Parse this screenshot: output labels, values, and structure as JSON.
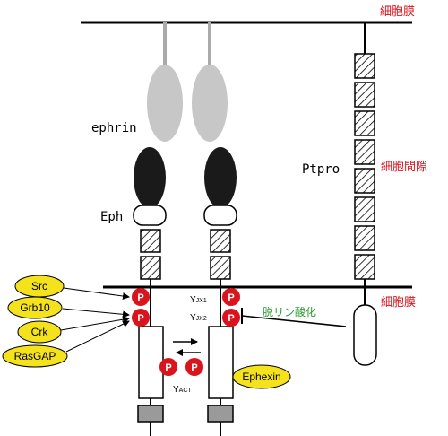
{
  "labels": {
    "membrane_top": "細胞膜",
    "intercellular_space": "細胞間隙",
    "membrane_bottom": "細胞膜",
    "ephrin": "ephrin",
    "eph": "Eph",
    "ptpro": "Ptpro",
    "dephosphorylation": "脱リン酸化",
    "ephexin": "Ephexin",
    "y_jx1_main": "Y",
    "y_jx1_sub": "JX1",
    "y_jx2_main": "Y",
    "y_jx2_sub": "JX2",
    "y_act_main": "Y",
    "y_act_sub": "ACT",
    "phospho": "P"
  },
  "adaptors": [
    "Src",
    "Grb10",
    "Crk",
    "RasGAP"
  ],
  "colors": {
    "red_text": "#d9141c",
    "green_text": "#2a9b34",
    "phospho_fill": "#d9141c",
    "adaptor_fill": "#f4e21c",
    "ephrin_fill": "#c7c7c7",
    "eph_ligand_domain": "#1a1a1a",
    "kinase_tail_fill": "#9a9a9a"
  }
}
